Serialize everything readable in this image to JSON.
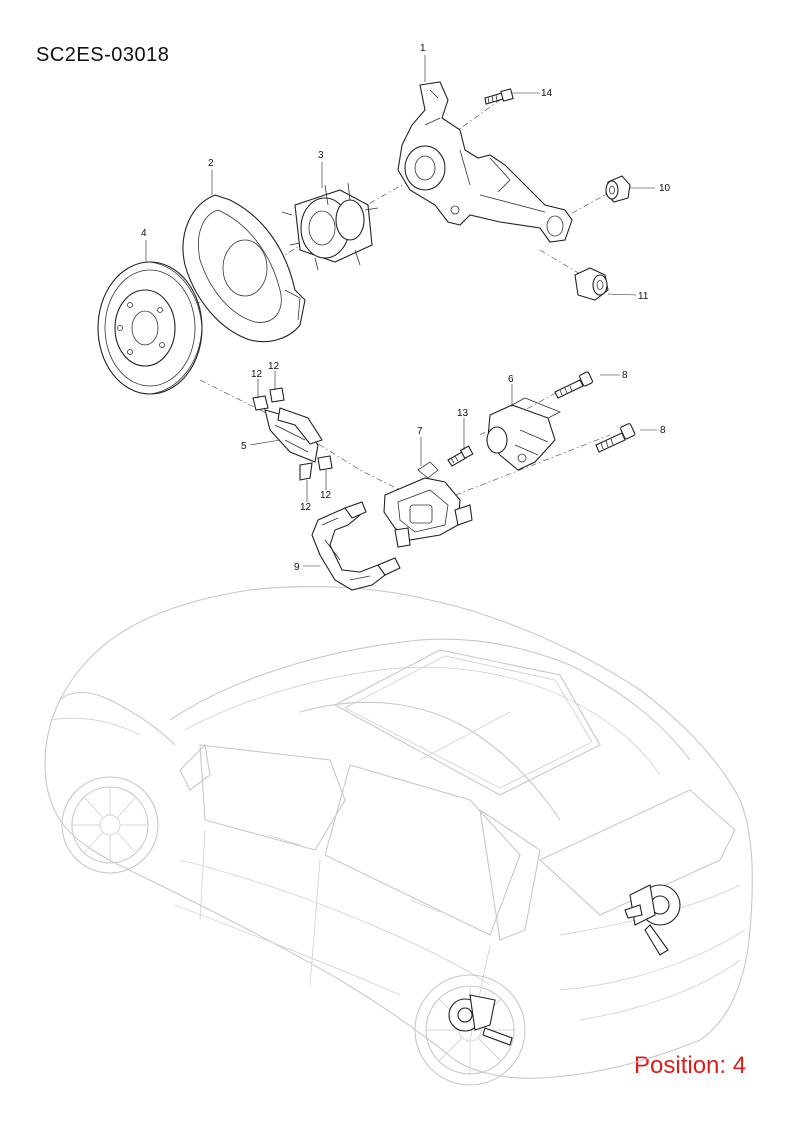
{
  "diagram_code": "SC2ES-03018",
  "position_label": "Position: 4",
  "callouts": [
    "1",
    "2",
    "3",
    "4",
    "5",
    "6",
    "7",
    "8",
    "8",
    "9",
    "10",
    "11",
    "12",
    "12",
    "12",
    "12",
    "13",
    "14"
  ],
  "colors": {
    "position_text": "#e11b1b",
    "line_art": "#222222",
    "vehicle_outline": "#c8c8c8"
  },
  "parts": [
    {
      "number": "1",
      "icon": "steering-knuckle-icon"
    },
    {
      "number": "2",
      "icon": "dust-shield-icon"
    },
    {
      "number": "3",
      "icon": "wheel-hub-bearing-icon"
    },
    {
      "number": "4",
      "icon": "brake-disc-icon"
    },
    {
      "number": "5",
      "icon": "brake-pad-icon"
    },
    {
      "number": "6",
      "icon": "parking-brake-motor-icon"
    },
    {
      "number": "7",
      "icon": "brake-caliper-icon"
    },
    {
      "number": "8",
      "icon": "caliper-guide-bolt-icon"
    },
    {
      "number": "9",
      "icon": "caliper-bracket-icon"
    },
    {
      "number": "10",
      "icon": "bushing-icon"
    },
    {
      "number": "11",
      "icon": "bushing-icon"
    },
    {
      "number": "12",
      "icon": "pad-clip-icon"
    },
    {
      "number": "13",
      "icon": "bolt-icon"
    },
    {
      "number": "14",
      "icon": "bolt-icon"
    }
  ]
}
